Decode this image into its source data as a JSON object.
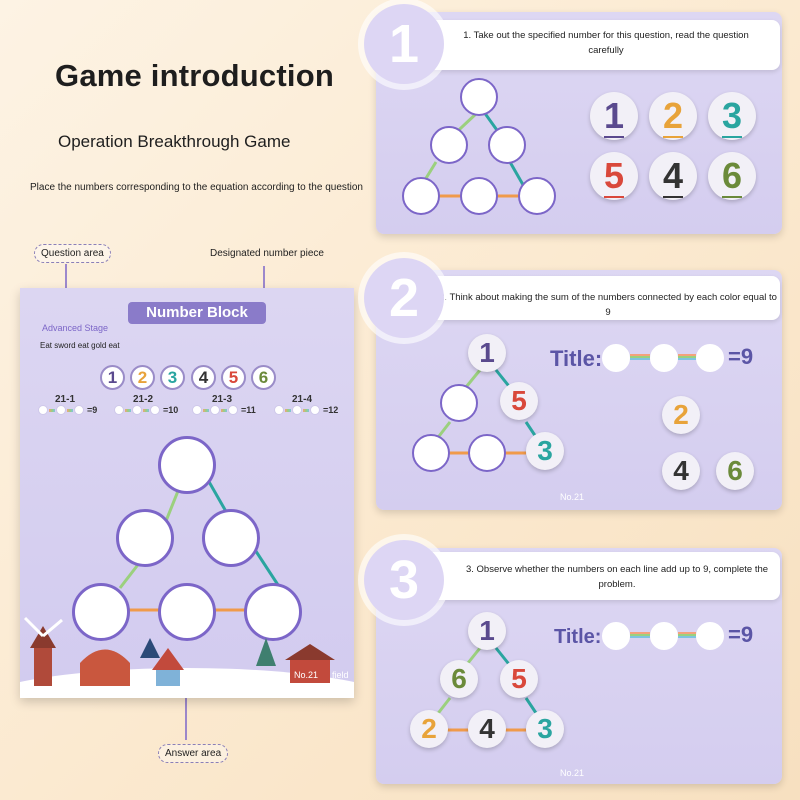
{
  "intro": {
    "title": "Game introduction",
    "subtitle": "Operation Breakthrough Game",
    "description": "Place the numbers corresponding to the equation according to the question"
  },
  "callouts": {
    "question_area": "Question area",
    "designated_piece": "Designated number piece",
    "answer_area": "Answer area"
  },
  "card": {
    "title": "Number Block",
    "stage": "Advanced Stage",
    "tagline": "Eat sword eat gold eat",
    "pieces": [
      "1",
      "2",
      "3",
      "4",
      "5",
      "6"
    ],
    "equations": [
      {
        "label": "21-1",
        "result": "=9"
      },
      {
        "label": "21-2",
        "result": "=10"
      },
      {
        "label": "21-3",
        "result": "=11"
      },
      {
        "label": "21-4",
        "result": "=12"
      }
    ],
    "footer": "No.21",
    "footer_tag": "field"
  },
  "steps": [
    {
      "badge": "1",
      "text": "1. Take out the specified number for this question, read the question carefully"
    },
    {
      "badge": "2",
      "text": "2. Think about making the sum of the numbers connected by each color equal to 9"
    },
    {
      "badge": "3",
      "text": "3. Observe whether the numbers on each line add up to 9, complete the problem."
    }
  ],
  "step1_numbers": [
    "1",
    "2",
    "3",
    "5",
    "4",
    "6"
  ],
  "step2": {
    "title_label": "Title:",
    "equals": "=9",
    "placed": [
      "1",
      "5",
      "3"
    ],
    "remaining": [
      "2",
      "4",
      "6"
    ],
    "footer": "No.21"
  },
  "step3": {
    "title_label": "Title:",
    "equals": "=9",
    "placed": [
      "1",
      "6",
      "5",
      "2",
      "4",
      "3"
    ],
    "footer": "No.21"
  },
  "colors": {
    "one": "#5a4a8e",
    "two": "#e8a33a",
    "three": "#2aa5a0",
    "four": "#333333",
    "five": "#d9483b",
    "six": "#6b8a3a",
    "accent": "#8a7bc9",
    "ring": "#7c66c8"
  }
}
